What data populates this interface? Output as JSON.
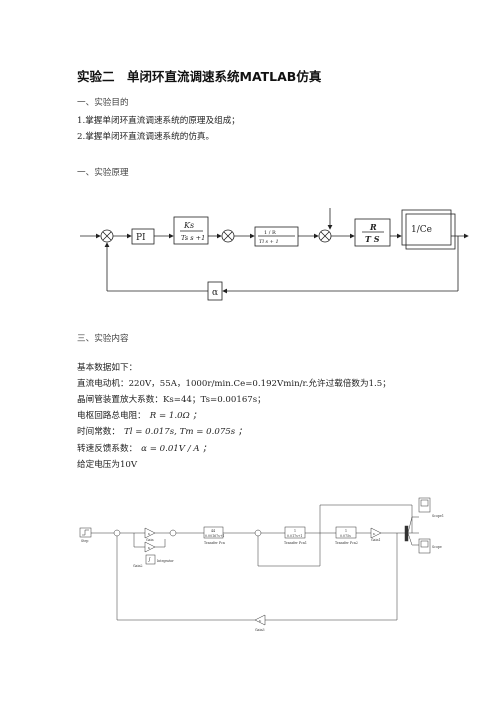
{
  "title": "实验二　单闭环直流调速系统MATLAB仿真",
  "sections": {
    "purpose_heading": "一、实验目的",
    "purpose_items": [
      "1.掌握单闭环直流调速系统的原理及组成；",
      "2.掌握单闭环直流调速系统的仿真。"
    ],
    "principle_heading": "一、实验原理",
    "content_heading": "三、实验内容"
  },
  "diagram1": {
    "pi_label": "PI",
    "ks_num": "Ks",
    "ks_den": "Ts s +1",
    "tl_num": "1 / R",
    "tl_den": "Tl s + 1",
    "r_num": "R",
    "r_den": "T S",
    "ce_label": "1/Ce",
    "alpha_label": "α"
  },
  "content": {
    "intro": "基本数据如下：",
    "motor": "直流电动机：220V，55A，1000r/min.Ce=0.192Vmin/r.允许过载倍数为1.5；",
    "thyristor": "晶闸管装置放大系数：Ks=44；Ts=0.00167s；",
    "armature": "电枢回路总电阻：",
    "armature_formula": "R = 1.0Ω ；",
    "time_const": "时间常数：",
    "time_const_formula": "Tl = 0.017s, Tm = 0.075s ；",
    "feedback": "转速反馈系数：",
    "feedback_formula": "α = 0.01V / A ；",
    "voltage": "给定电压为10V"
  },
  "diagram2": {
    "step": "Step",
    "gain": "Gain",
    "gain2": "Gain2",
    "integrator": "Integrator",
    "tf0_num": "44",
    "tf0_den": "0.00167s+1",
    "tf0_label": "Transfer Fcn",
    "tf1_num": "1",
    "tf1_den": "0.017s+1",
    "tf1_label": "Transfer Fcn1",
    "tf2_num": "1",
    "tf2_den": "0.075s",
    "tf2_label": "Transfer Fcn2",
    "gain1": "Gain1",
    "scope1": "Scope1",
    "scope": "Scope",
    "gain3": "Gain3"
  }
}
